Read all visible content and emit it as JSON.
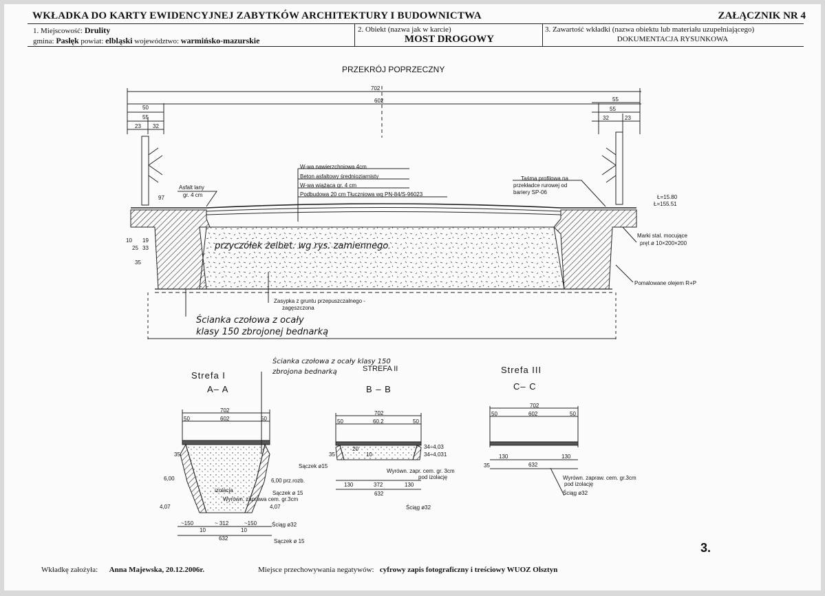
{
  "header": {
    "title": "WKŁADKA DO KARTY EWIDENCYJNEJ ZABYTKÓW ARCHITEKTURY I BUDOWNICTWA",
    "annex": "ZAŁĄCZNIK NR  4",
    "field1_label": "1. Miejscowość:",
    "field1_value": "Drulity",
    "gmina_label": "gmina:",
    "gmina_value": "Pasłęk",
    "powiat_label": "powiat:",
    "powiat_value": "elbląski",
    "wojewodztwo_label": "województwo:",
    "wojewodztwo_value": "warmińsko-mazurskie",
    "field2_label": "2. Obiekt (nazwa jak w karcie)",
    "field2_value": "MOST DROGOWY",
    "field3_label": "3. Zawartość wkładki (nazwa obiektu lub materiału uzupełniającego)",
    "field3_value": "DOKUMENTACJA RYSUNKOWA"
  },
  "drawing": {
    "section_title": "PRZEKRÓJ POPRZECZNY",
    "dims": {
      "total": "702",
      "inner": "602",
      "left50": "50",
      "left55": "55",
      "left23": "23",
      "left32": "32",
      "right55a": "55",
      "right55b": "55",
      "right32": "32",
      "right23": "23",
      "d10": "10",
      "d19": "19",
      "d25": "25",
      "d33": "33",
      "d35": "35",
      "d97": "97"
    },
    "labels": {
      "asphalt": "Asfalt lany",
      "asphalt_thk": "gr. 4 cm",
      "layer1": "W-wa nawierzchniowa 4cm",
      "layer2": "Beton asfaltowy średnioziarnisty",
      "layer3": "W-wa wiążąca  gr. 4 cm",
      "layer4": "Podbudowa 20 cm Tłuczniowa wg PN-84/S-96023",
      "tape1": "Taśma profilowa na",
      "tape2": "przekładce rurowej od",
      "tape3": "bariery  SP-06",
      "concrete": "przyczółek żelbet. wg rys. zamiennego",
      "fill1": "Zasypka z gruntu przepuszczalnego -",
      "fill2": "zagęszczona",
      "wall1": "Ścianka czołowa z ocały",
      "wall2": "klasy 150 zbrojonej bednarką",
      "mark1": "Marki stal. mocujące",
      "mark2": "pręt  ø 10×200×200",
      "paint": "Pomalowane  olejem R+P",
      "corner1": "Ł=15.80",
      "corner2": "Ł=155.51"
    },
    "zones": {
      "z1_title": "Strefa  I",
      "z1_sec": "A– A",
      "z2_title": "STREFA II",
      "z2_sec": "B – B",
      "z3_title": "Strefa  III",
      "z3_sec": "C– C",
      "z2_note1": "Ścianka czołowa z ocały klasy 150",
      "z2_note2": "zbrojona bednarką"
    },
    "zone_labels": {
      "a_702": "702",
      "a_602": "602",
      "a_50l": "50",
      "a_50r": "50",
      "a_35": "35",
      "a_600l": "6,00",
      "a_600r": "6,00 prz.rozb.",
      "a_407l": "4,07",
      "a_407r": "4,07",
      "a_izol": "izolacja",
      "a_wyrown": "Wyrówn. zaprawa cem. gr.3cm",
      "a_sc15": "Sączek ø 15",
      "a_sc15b": "Sączek ø 15",
      "a_sciag": "Ściąg ø32",
      "a_150l": "~150",
      "a_312": "~ 312",
      "a_150r": "~150",
      "a_10l": "10",
      "a_10r": "10",
      "a_632": "632",
      "b_702": "702",
      "b_602": "60.2",
      "b_50l": "50",
      "b_50r": "50",
      "b_20": "20",
      "b_10": "10",
      "b_35": "35",
      "b_sc15": "Sączek ø15",
      "b_wyrown1": "Wyrówn. zapr. cem. gr. 3cm",
      "b_wyrown2": "pod izolację",
      "b_130l": "130",
      "b_372": "372",
      "b_130r": "130",
      "b_632": "632",
      "b_sciag": "Ściąg ø32",
      "b_v1": "34÷4,03",
      "b_v2": "34÷4,031",
      "c_702": "702",
      "c_602": "602",
      "c_50l": "50",
      "c_50r": "50",
      "c_35": "35",
      "c_130l": "130",
      "c_632": "632",
      "c_130r": "130",
      "c_wyrown1": "Wyrówn. zapraw. cem. gr.3cm",
      "c_wyrown2": "pod izolację",
      "c_sciag": "Ściąg ø32"
    }
  },
  "page_number": "3.",
  "footer": {
    "author_label": "Wkładkę założyła:",
    "author_value": "Anna Majewska, 20.12.2006r.",
    "storage_label": "Miejsce przechowywania negatywów:",
    "storage_value": "cyfrowy zapis fotograficzny i treściowy WUOZ Olsztyn"
  }
}
